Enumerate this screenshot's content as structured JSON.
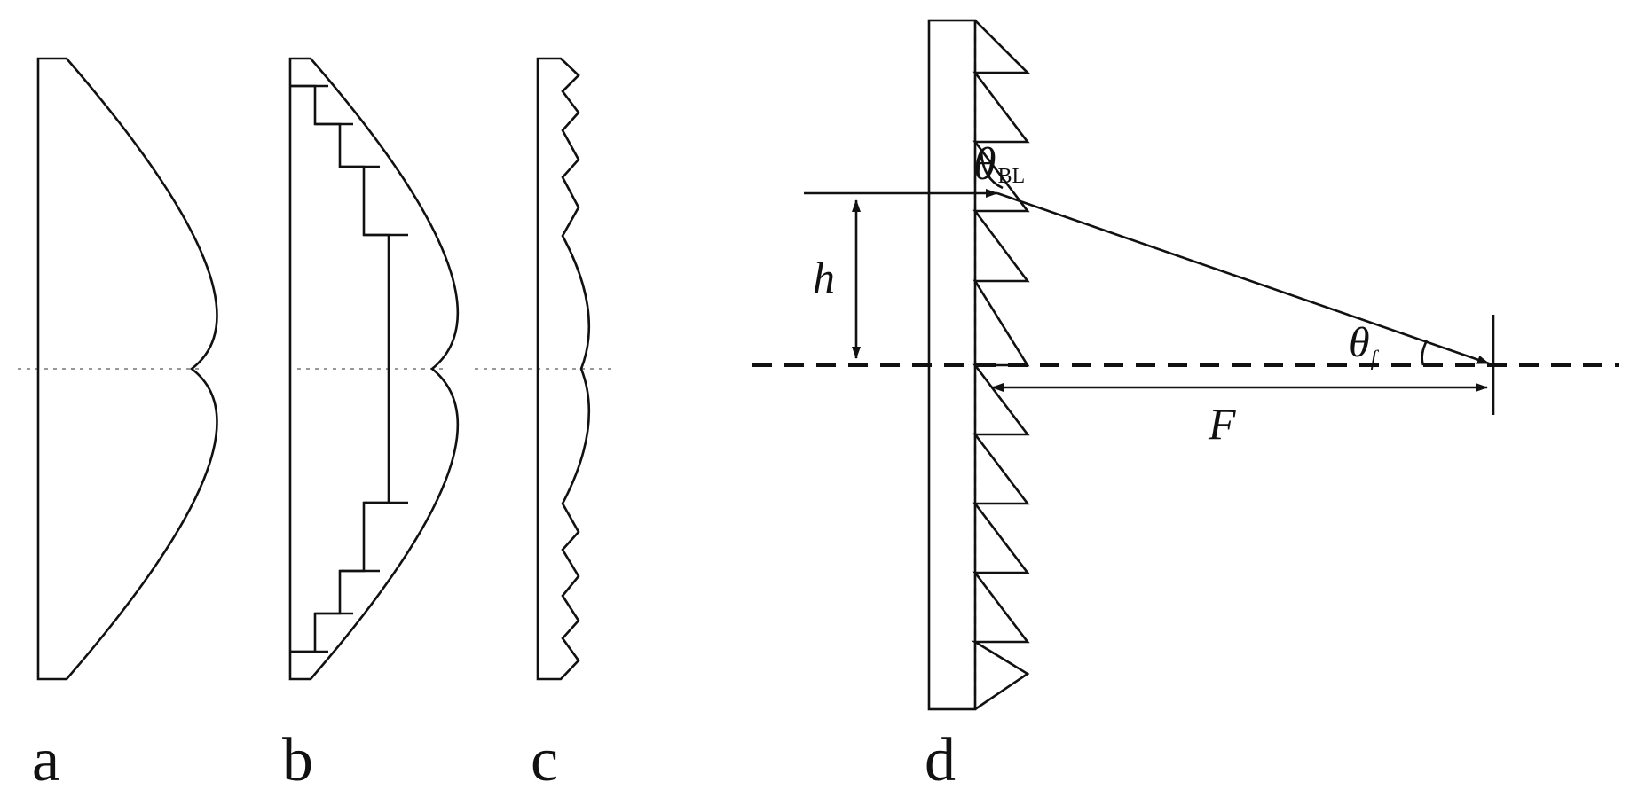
{
  "panels": [
    {
      "id": "a",
      "label": "a"
    },
    {
      "id": "b",
      "label": "b"
    },
    {
      "id": "c",
      "label": "c"
    },
    {
      "id": "d",
      "label": "d"
    }
  ],
  "symbols": {
    "theta_bl": {
      "base": "θ",
      "subscript": "BL"
    },
    "theta_f": {
      "base": "θ",
      "subscript": "f"
    },
    "height": "h",
    "focal_length": "F"
  }
}
